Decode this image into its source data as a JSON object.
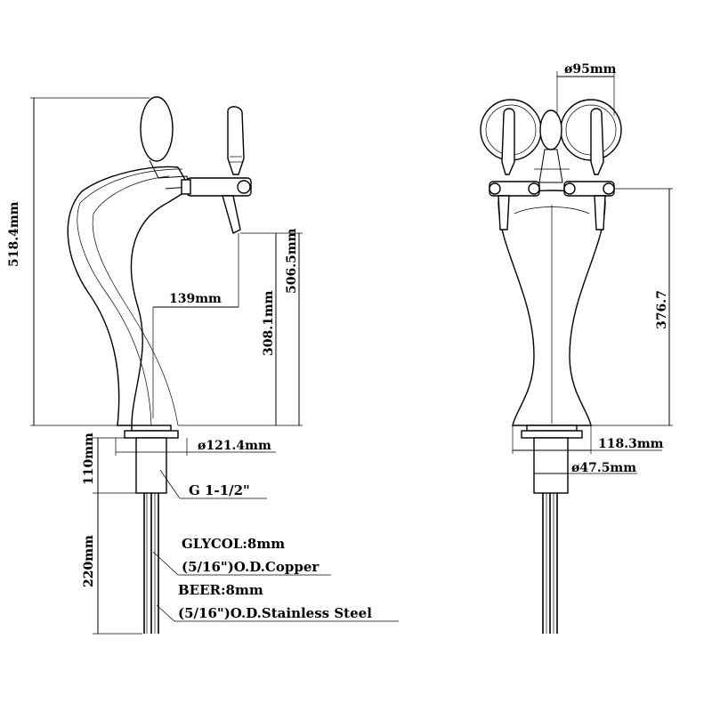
{
  "dimensions": {
    "total_height": "518.4mm",
    "height_to_spout": "506.5mm",
    "spout_height": "308.1mm",
    "spout_reach": "139mm",
    "base_diameter": "ø121.4mm",
    "shank_length": "110mm",
    "thread": "G 1-1/2\"",
    "line_length": "220mm",
    "ring_diameter": "ø95mm",
    "front_spout_height": "376.7",
    "front_base_width": "118.3mm",
    "shank_diameter": "ø47.5mm"
  },
  "notes": {
    "glycol_line1": "GLYCOL:8mm",
    "glycol_line2": "(5/16\")O.D.Copper",
    "beer_line1": "BEER:8mm",
    "beer_line2": "(5/16\")O.D.Stainless Steel"
  }
}
